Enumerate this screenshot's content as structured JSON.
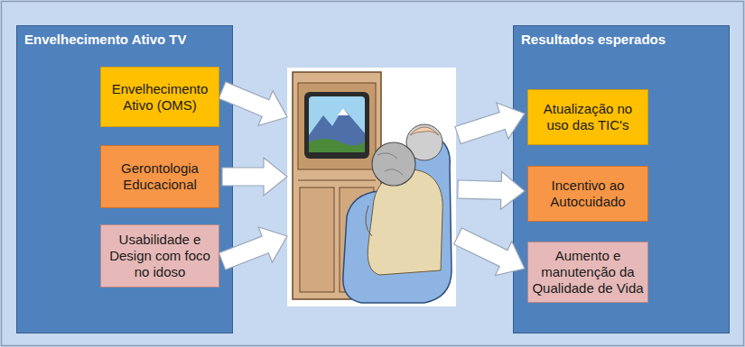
{
  "diagram": {
    "nodes": [
      {
        "text": [
          "Envelhecimento Ativo TV"
        ]
      },
      {
        "text": [
          "Envelhecimento Ativo (OMS)"
        ],
        "in": 0
      },
      {
        "text": [
          "Gerontologia Educacional"
        ],
        "in": 0
      },
      {
        "text": [
          "Usabilidade e Design com foco no idoso"
        ],
        "in": 0
      },
      {
        "text": [
          "Resultados esperados"
        ]
      },
      {
        "text": [
          "Atualização no uso das TIC's"
        ],
        "in": 4
      },
      {
        "text": [
          "Incentivo ao Autocuidado"
        ],
        "in": 4
      },
      {
        "text": [
          "Aumento e manutenção da Qualidade de Vida"
        ],
        "in": 4
      }
    ]
  }
}
